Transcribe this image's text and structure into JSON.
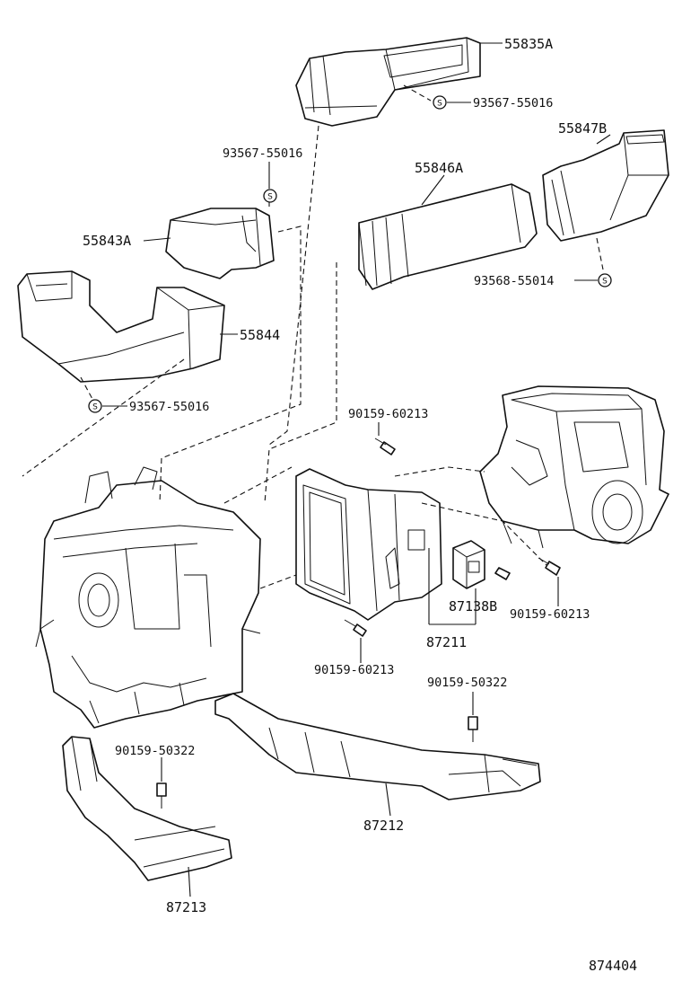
{
  "diagram": {
    "reference_number": "874404",
    "parts": {
      "p55835A": "55835A",
      "p55847B": "55847B",
      "p55846A": "55846A",
      "p55843A": "55843A",
      "p55844": "55844",
      "p87138B": "87138B",
      "p87211": "87211",
      "p87212": "87212",
      "p87213": "87213"
    },
    "fasteners": {
      "f1": "93567-55016",
      "f2": "93567-55016",
      "f3": "93567-55016",
      "f4": "93568-55014",
      "f5": "90159-60213",
      "f6": "90159-60213",
      "f7": "90159-60213",
      "f8": "90159-50322",
      "f9": "90159-50322"
    },
    "clip_symbol": "S"
  }
}
